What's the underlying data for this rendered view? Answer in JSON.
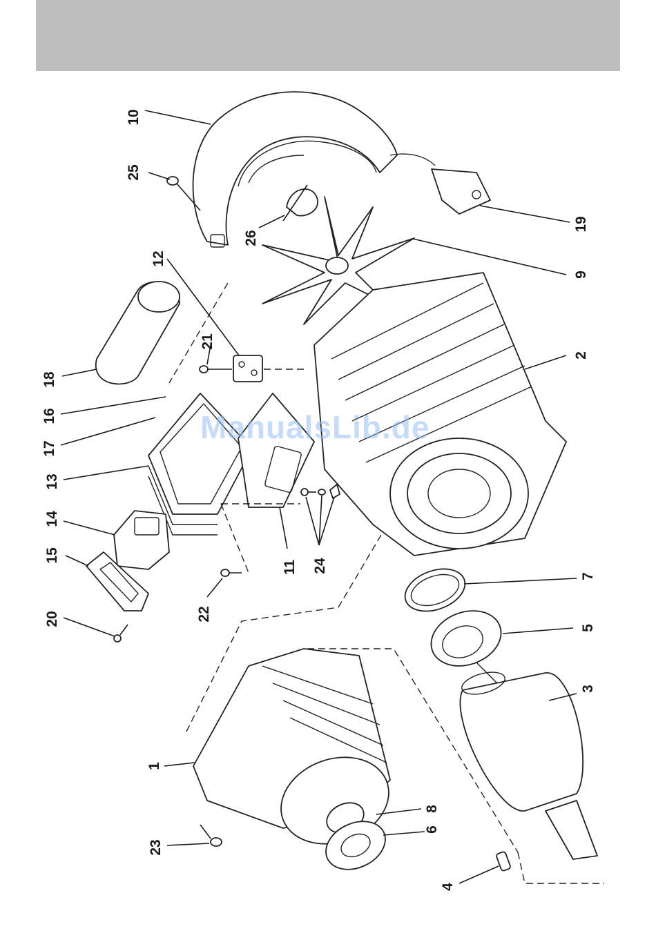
{
  "watermark": "ManualsLib.de",
  "colors": {
    "header_band": "#bdbdbd",
    "line": "#1a1a1a"
  },
  "callouts": {
    "c1": "1",
    "c2": "2",
    "c3": "3",
    "c4": "4",
    "c5": "5",
    "c6": "6",
    "c7": "7",
    "c8": "8",
    "c9": "9",
    "c10": "10",
    "c11": "11",
    "c12": "12",
    "c13": "13",
    "c14": "14",
    "c15": "15",
    "c16": "16",
    "c17": "17",
    "c18": "18",
    "c19": "19",
    "c20": "20",
    "c21": "21",
    "c22": "22",
    "c23": "23",
    "c24": "24",
    "c25": "25",
    "c26": "26"
  }
}
